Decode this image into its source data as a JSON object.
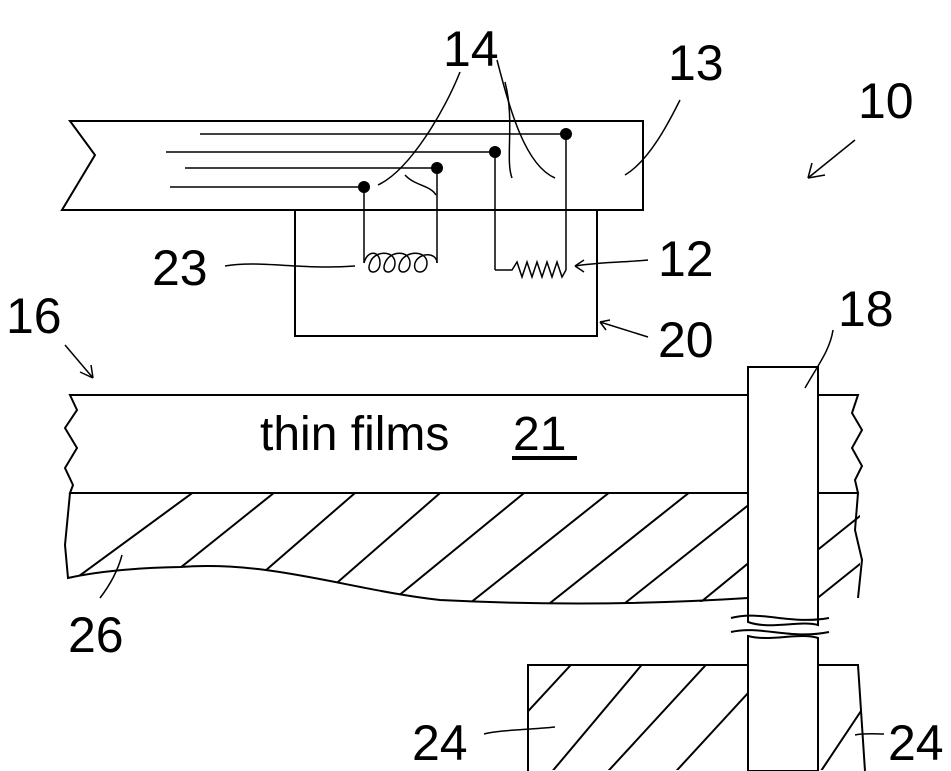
{
  "figure": {
    "refs": {
      "r10": "10",
      "r12": "12",
      "r13": "13",
      "r14": "14",
      "r16": "16",
      "r18": "18",
      "r20": "20",
      "r23": "23",
      "r24_left": "24",
      "r24_right": "24",
      "r26": "26"
    },
    "thin_films_text": "thin films",
    "thin_films_ref": "21"
  }
}
